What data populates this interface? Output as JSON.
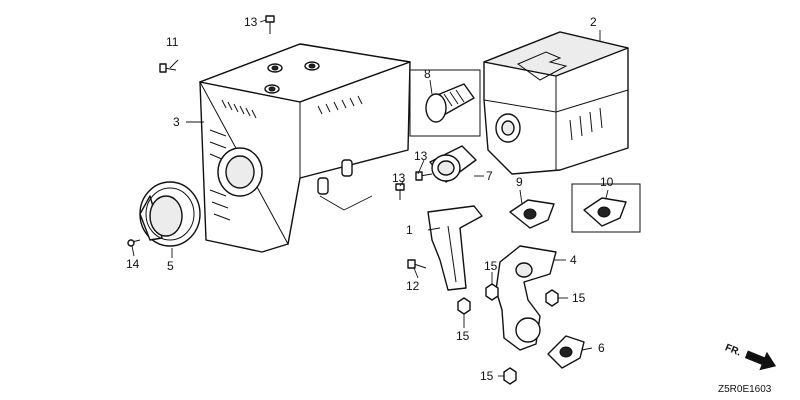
{
  "callouts": {
    "c1": "1",
    "c2": "2",
    "c3": "3",
    "c4": "4",
    "c5": "5",
    "c6": "6",
    "c7": "7",
    "c8": "8",
    "c9": "9",
    "c10": "10",
    "c11": "11",
    "c12": "12",
    "c13a": "13",
    "c13b": "13",
    "c13c": "13",
    "c14": "14",
    "c15a": "15",
    "c15b": "15",
    "c15c": "15",
    "c15d": "15"
  },
  "front_indicator": "FR.",
  "diagram_code": "Z5R0E1603"
}
